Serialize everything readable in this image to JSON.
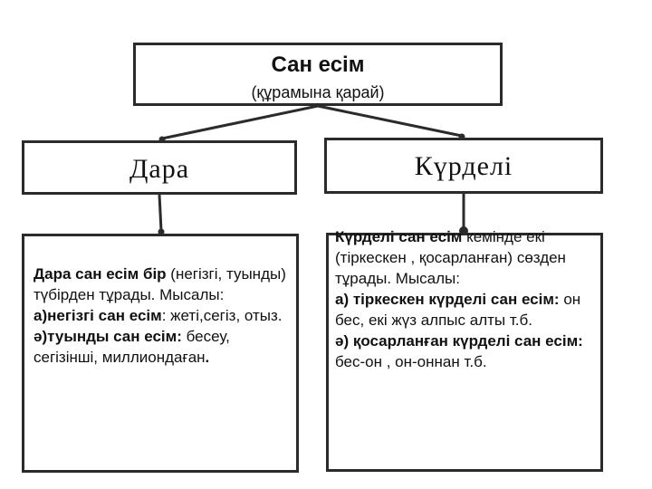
{
  "root": {
    "title": "Сан есім",
    "subtitle": "(құрамына  қарай)"
  },
  "branches": {
    "left": {
      "label": "Дара",
      "description": {
        "intro_bold": "Дара сан есім бір",
        "intro_rest": " (негізгі, туынды) түбірден тұрады. Мысалы:",
        "example_a_bold": "а)негізгі сан есім",
        "example_a_rest": ": жеті,сегіз, отыз.",
        "example_b_bold": "ә)туынды сан есім:",
        "example_b_rest": " бесеу, сегізінші, миллиондаған",
        "example_b_end": "."
      }
    },
    "right": {
      "label": "Күрделі",
      "description": {
        "intro_bold": "Күрделі сан есім",
        "intro_rest": " кемінде екі (тіркескен , қосарланған) сөзден тұрады. Мысалы:",
        "example_a_bold": "а) тіркескен күрделі сан есім:",
        "example_a_rest": " он бес, екі жүз алпыс алты т.б.",
        "example_b_bold": "ә) қосарланған күрделі сан  есім:",
        "example_b_rest": " бес-он , он-оннан т.б."
      }
    }
  },
  "colors": {
    "border": "#2b2b2b",
    "text": "#111111",
    "background": "#ffffff"
  }
}
